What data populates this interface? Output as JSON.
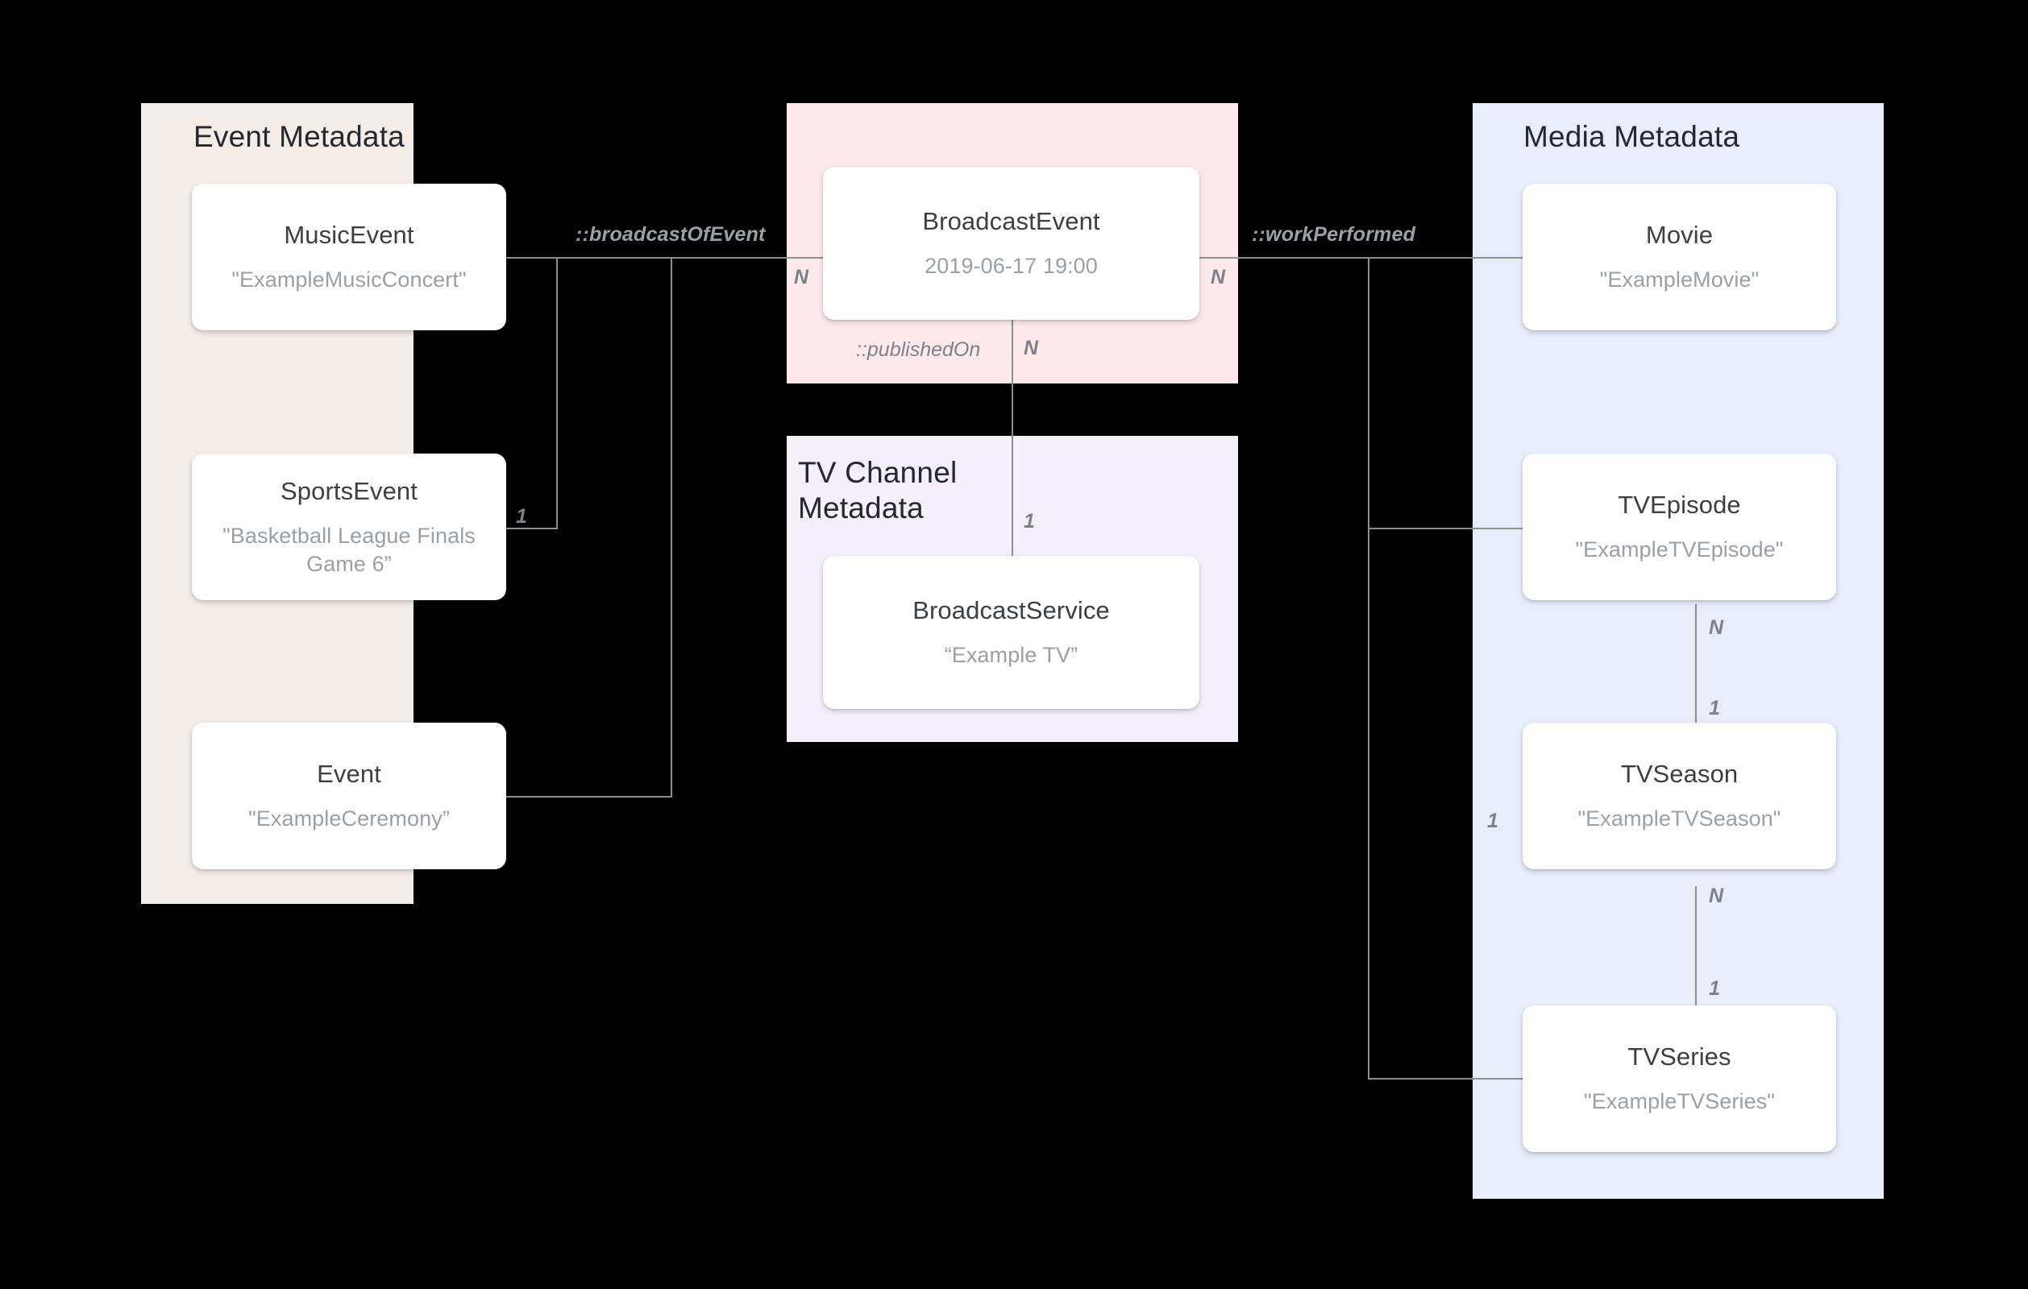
{
  "diagram": {
    "title_hidden": "",
    "groups": [
      {
        "id": "event",
        "label": "Event Metadata",
        "color": "#f4ece6"
      },
      {
        "id": "broadcast",
        "label": "",
        "color": "#fde9ec"
      },
      {
        "id": "tvchannel",
        "label": "TV Channel\nMetadata",
        "color": "#f5eefb"
      },
      {
        "id": "media",
        "label": "Media Metadata",
        "color": "#e7edfb"
      }
    ],
    "nodes": [
      {
        "id": "musicevent",
        "type": "MusicEvent",
        "value": "\"ExampleMusicConcert\""
      },
      {
        "id": "sportsevent",
        "type": "SportsEvent",
        "value": "\"Basketball League Finals Game 6”"
      },
      {
        "id": "event",
        "type": "Event",
        "value": "\"ExampleCeremony”"
      },
      {
        "id": "broadcastevent",
        "type": "BroadcastEvent",
        "value": "2019-06-17 19:00"
      },
      {
        "id": "broadcastservice",
        "type": "BroadcastService",
        "value": "“Example TV”"
      },
      {
        "id": "movie",
        "type": "Movie",
        "value": "\"ExampleMovie\""
      },
      {
        "id": "tvepisode",
        "type": "TVEpisode",
        "value": "\"ExampleTVEpisode\""
      },
      {
        "id": "tvseason",
        "type": "TVSeason",
        "value": "\"ExampleTVSeason\""
      },
      {
        "id": "tvseries",
        "type": "TVSeries",
        "value": "\"ExampleTVSeries\""
      }
    ],
    "relations": [
      {
        "id": "broadcastOfEvent",
        "label": "::broadcastOfEvent"
      },
      {
        "id": "publishedOn",
        "label": "::publishedOn"
      },
      {
        "id": "workPerformed",
        "label": "::workPerformed"
      }
    ],
    "cardinalities": {
      "sportsevent_side": "1",
      "broadcastevent_left": "N",
      "broadcastevent_right": "N",
      "broadcastevent_bottom": "N",
      "broadcastservice_top": "1",
      "tvepisode_bottom": "N",
      "tvseason_top": "1",
      "tvseason_left": "1",
      "tvseason_bottom": "N",
      "tvseries_top": "1"
    },
    "colors": {
      "line": "#8d8d8d",
      "node_bg": "#ffffff",
      "node_type_text": "#3c4043",
      "node_value_text": "#9aa0a6",
      "group_title_text": "#242830",
      "canvas_bg": "#000000"
    }
  }
}
